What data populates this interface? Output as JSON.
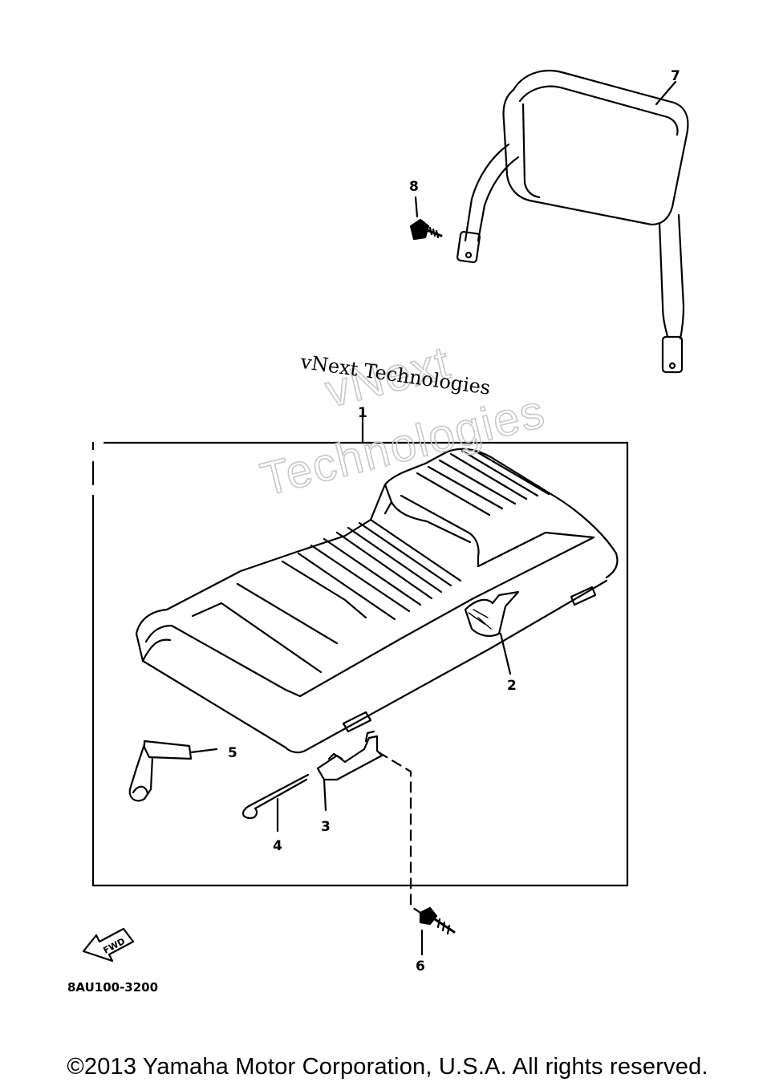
{
  "watermark": {
    "caption": "vNext Technologies",
    "outline_line1": "vNext",
    "outline_line2": "Technologies"
  },
  "callouts": [
    "1",
    "2",
    "3",
    "4",
    "5",
    "6",
    "7",
    "8"
  ],
  "forward_marker": "FWD",
  "diagram_code": "8AU100-3200",
  "copyright": "©2013 Yamaha Motor Corporation, U.S.A. All rights reserved."
}
